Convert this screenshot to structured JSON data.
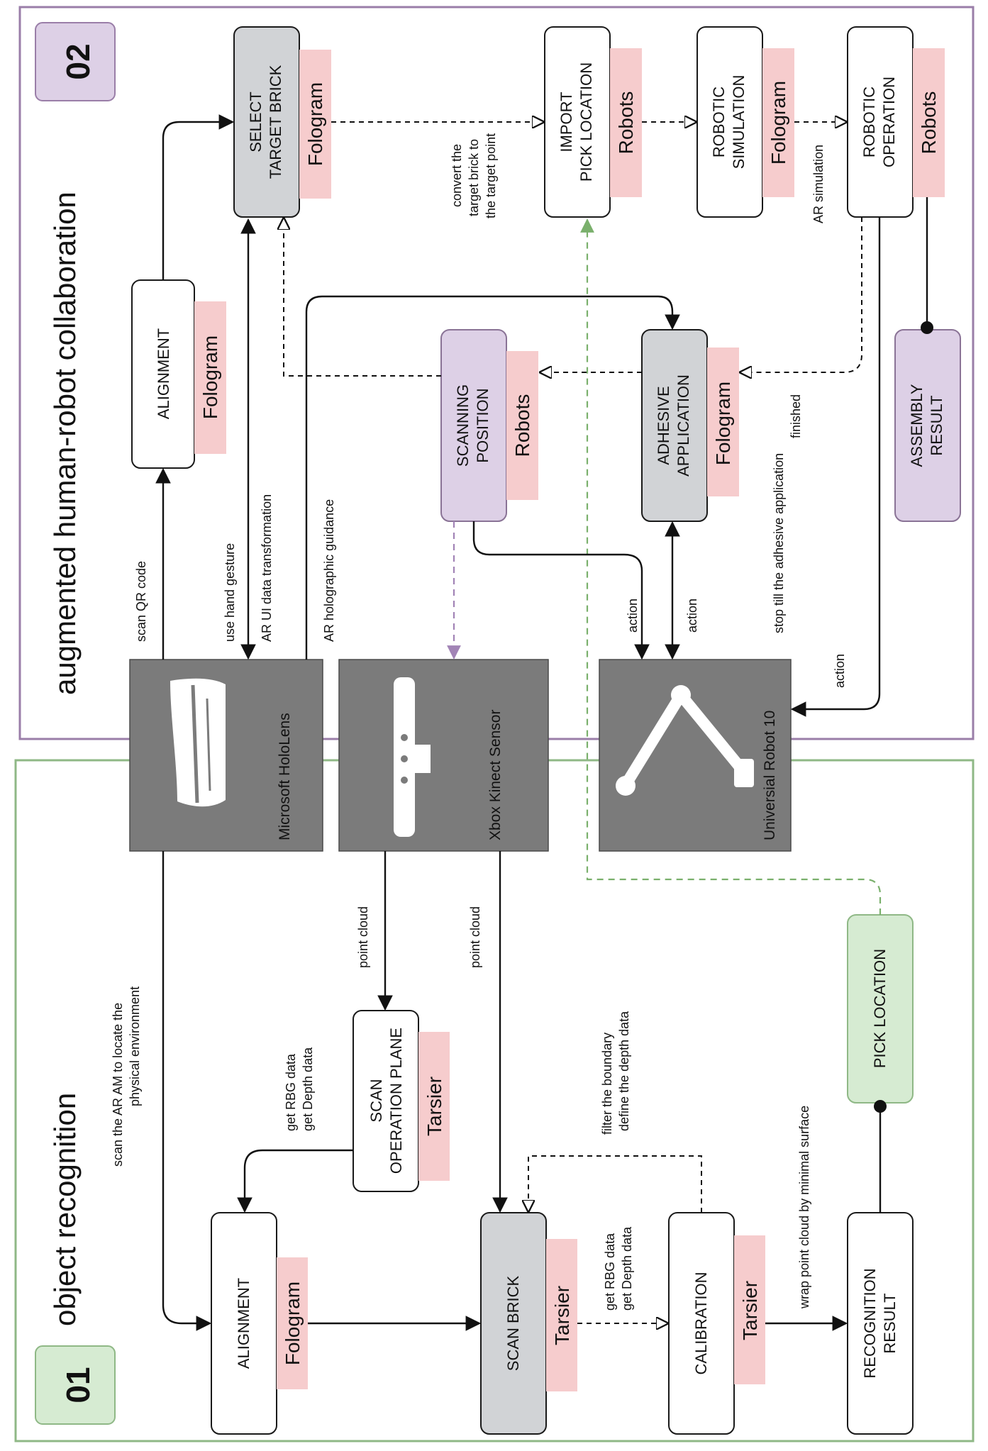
{
  "sections": {
    "recognition": {
      "number": "01",
      "title": "object recognition"
    },
    "collaboration": {
      "number": "02",
      "title": "augmented human-robot collaboration"
    }
  },
  "devices": {
    "hololens": "Microsoft HoloLens",
    "kinect": "Xbox Kinect Sensor",
    "ur10": "Universial Robot 10"
  },
  "boxes": {
    "alignment1": {
      "label": [
        "ALIGNMENT"
      ],
      "tool": "Fologram"
    },
    "scan_plane": {
      "label": [
        "SCAN",
        "OPERATION PLANE"
      ],
      "tool": "Tarsier"
    },
    "scan_brick": {
      "label": [
        "SCAN BRICK"
      ],
      "tool": "Tarsier"
    },
    "calibration": {
      "label": [
        "CALIBRATION"
      ],
      "tool": "Tarsier"
    },
    "recognition_result": {
      "label": [
        "RECOGNITION",
        "RESULT"
      ]
    },
    "pick_location": {
      "label": [
        "PICK LOCATION"
      ]
    },
    "alignment2": {
      "label": [
        "ALIGNMENT"
      ],
      "tool": "Fologram"
    },
    "select_target": {
      "label": [
        "SELECT",
        "TARGET BRICK"
      ],
      "tool": "Fologram"
    },
    "scanning_position": {
      "label": [
        "SCANNING",
        "POSITION"
      ],
      "tool": "Robots"
    },
    "adhesive": {
      "label": [
        "ADHESIVE",
        "APPLICATION"
      ],
      "tool": "Fologram"
    },
    "import_pick": {
      "label": [
        "IMPORT",
        "PICK LOCATION"
      ],
      "tool": "Robots"
    },
    "robotic_sim": {
      "label": [
        "ROBOTIC",
        "SIMULATION"
      ],
      "tool": "Fologram"
    },
    "robotic_op": {
      "label": [
        "ROBOTIC",
        "OPERATION"
      ],
      "tool": "Robots"
    },
    "assembly_result": {
      "label": [
        "ASSEMBLY",
        "RESULT"
      ]
    }
  },
  "edge_labels": {
    "scan_ar_am": [
      "scan the AR AM to locate the",
      "physical environment"
    ],
    "point_cloud_1": [
      "point cloud"
    ],
    "point_cloud_2": [
      "point cloud"
    ],
    "get_rgb_depth_1": [
      "get RBG data",
      "get Depth data"
    ],
    "filter_boundary": [
      "filter the boundary",
      "define the depth data"
    ],
    "get_rgb_depth_2": [
      "get RBG data",
      "get Depth data"
    ],
    "wrap_point_cloud": [
      "wrap point cloud by minimal surface"
    ],
    "scan_qr": [
      "scan QR code"
    ],
    "hand_gesture": [
      "use hand gesture"
    ],
    "ui_transform": [
      "AR UI data transformation"
    ],
    "holo_guidance": [
      "AR holographic guidance"
    ],
    "action_1": [
      "action"
    ],
    "action_2": [
      "action"
    ],
    "stop_till": [
      "stop till the adhesive application",
      "finished"
    ],
    "action_3": [
      "action"
    ],
    "convert_target": [
      "convert the",
      "target brick to",
      "the target point"
    ],
    "ar_simulation": [
      "AR simulation"
    ]
  },
  "colors": {
    "section1": "#8fb886",
    "section2": "#9a7ea8",
    "tool_tag": "#f6cccd",
    "gray_box": "#d1d3d6",
    "purple_box": "#ddd0e6",
    "green_box": "#d6ebd2",
    "device": "#7b7b7b"
  },
  "icons": {
    "hololens": "headset-icon",
    "kinect": "kinect-sensor-icon",
    "ur10": "robot-arm-icon"
  }
}
